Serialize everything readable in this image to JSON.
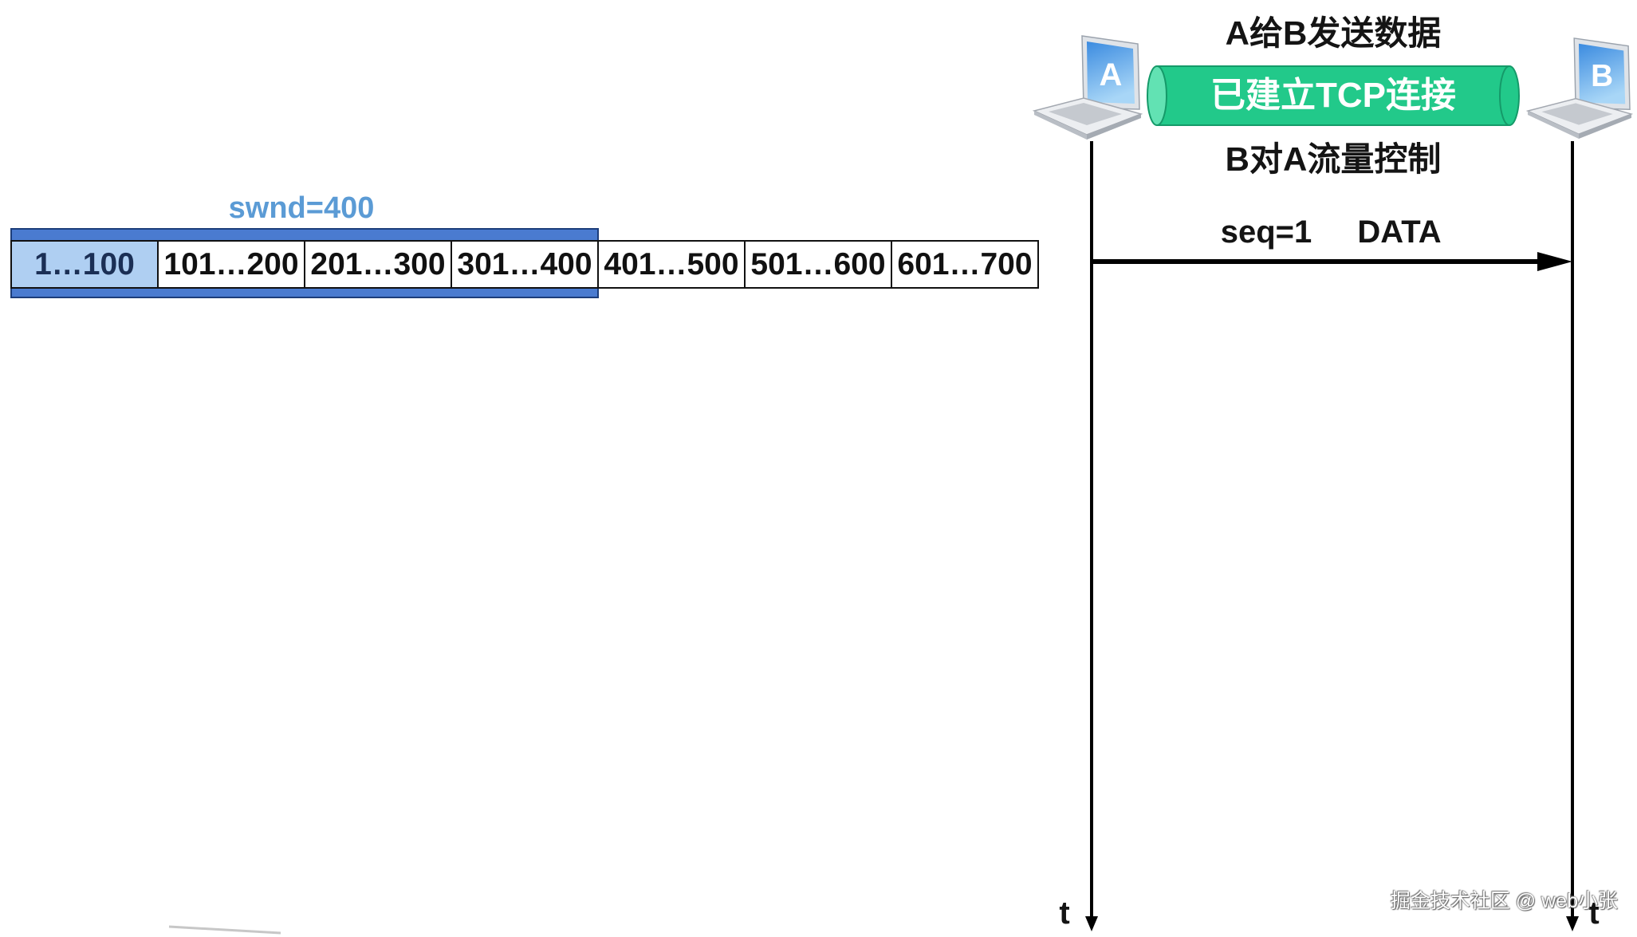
{
  "diagram": {
    "title": "A给B发送数据",
    "connection_label": "已建立TCP连接",
    "subtitle": "B对A流量控制"
  },
  "hosts": {
    "a": {
      "label": "A"
    },
    "b": {
      "label": "B"
    }
  },
  "send_window": {
    "label": "swnd=400",
    "cells": [
      "1…100",
      "101…200",
      "201…300",
      "301…400",
      "401…500",
      "501…600",
      "601…700"
    ]
  },
  "segment": {
    "seq": "seq=1",
    "payload": "DATA"
  },
  "timelines": {
    "a_axis": "t",
    "b_axis": "t"
  },
  "watermark": "掘金技术社区 @ web小张",
  "icons": {
    "host_a": "laptop-icon",
    "host_b": "laptop-icon",
    "connection": "cylinder-pipe-icon"
  },
  "colors": {
    "window_frame": "#4a7bd0",
    "sent_cell_fill": "#afcff2",
    "window_label": "#5b9bd5",
    "connection_pipe": "#22c98a",
    "host_screen": "#3b8be0"
  }
}
